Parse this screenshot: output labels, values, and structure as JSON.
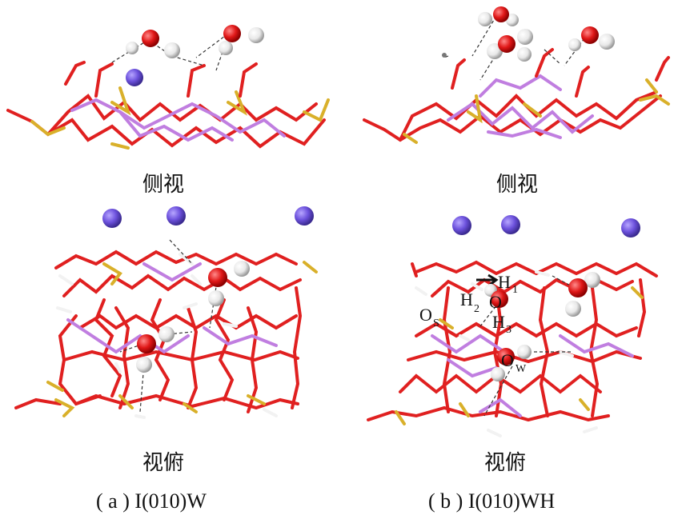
{
  "panels": [
    {
      "side_caption": "侧视",
      "top_caption": "视俯",
      "sub_caption": "( a ) I(010)W"
    },
    {
      "side_caption": "侧视",
      "top_caption": "视俯",
      "sub_caption": "( b ) I(010)WH"
    }
  ],
  "atom_labels": {
    "h1": "H",
    "h1_sub": "1",
    "h2": "H",
    "h2_sub": "2",
    "o": "O",
    "h3": "H",
    "h3_sub": "3",
    "os": "O",
    "os_sub": "S",
    "ow": "O",
    "ow_sub": "W"
  },
  "colors": {
    "oxygen_bond": "#e02020",
    "silicon_bond": "#d9b02a",
    "metal_bond": "#c07ee0",
    "hydrogen_bond": "#f2f2f2",
    "metal_ion": "#7a5fe0",
    "water_oxygen": "#e01818",
    "water_hydrogen": "#f4f4f4",
    "dashed_hbond": "#333333"
  }
}
